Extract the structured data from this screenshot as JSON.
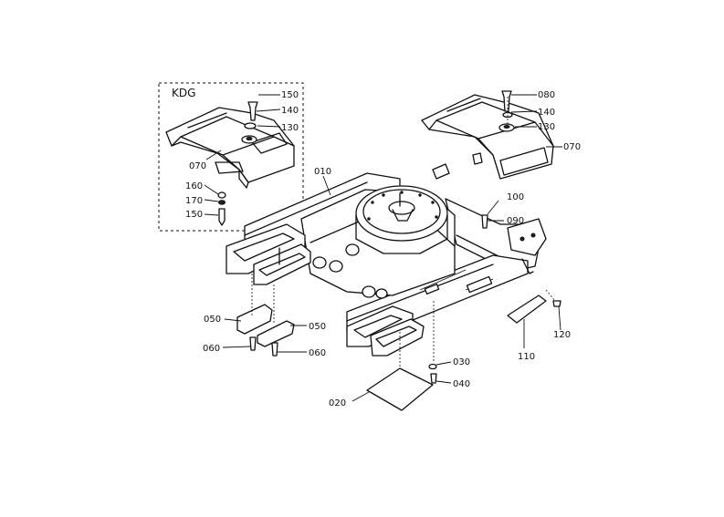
{
  "inset": {
    "title": "KDG"
  },
  "callouts": {
    "inset_150_top": "150",
    "inset_140": "140",
    "inset_130": "130",
    "inset_070": "070",
    "inset_160": "160",
    "inset_170": "170",
    "inset_150_bottom": "150",
    "main_080": "080",
    "main_140": "140",
    "main_130": "130",
    "main_070": "070",
    "main_010": "010",
    "main_100": "100",
    "main_090": "090",
    "main_050_left": "050",
    "main_050_right": "050",
    "main_060_left": "060",
    "main_060_right": "060",
    "main_120": "120",
    "main_110": "110",
    "main_030": "030",
    "main_040": "040",
    "main_020": "020"
  }
}
